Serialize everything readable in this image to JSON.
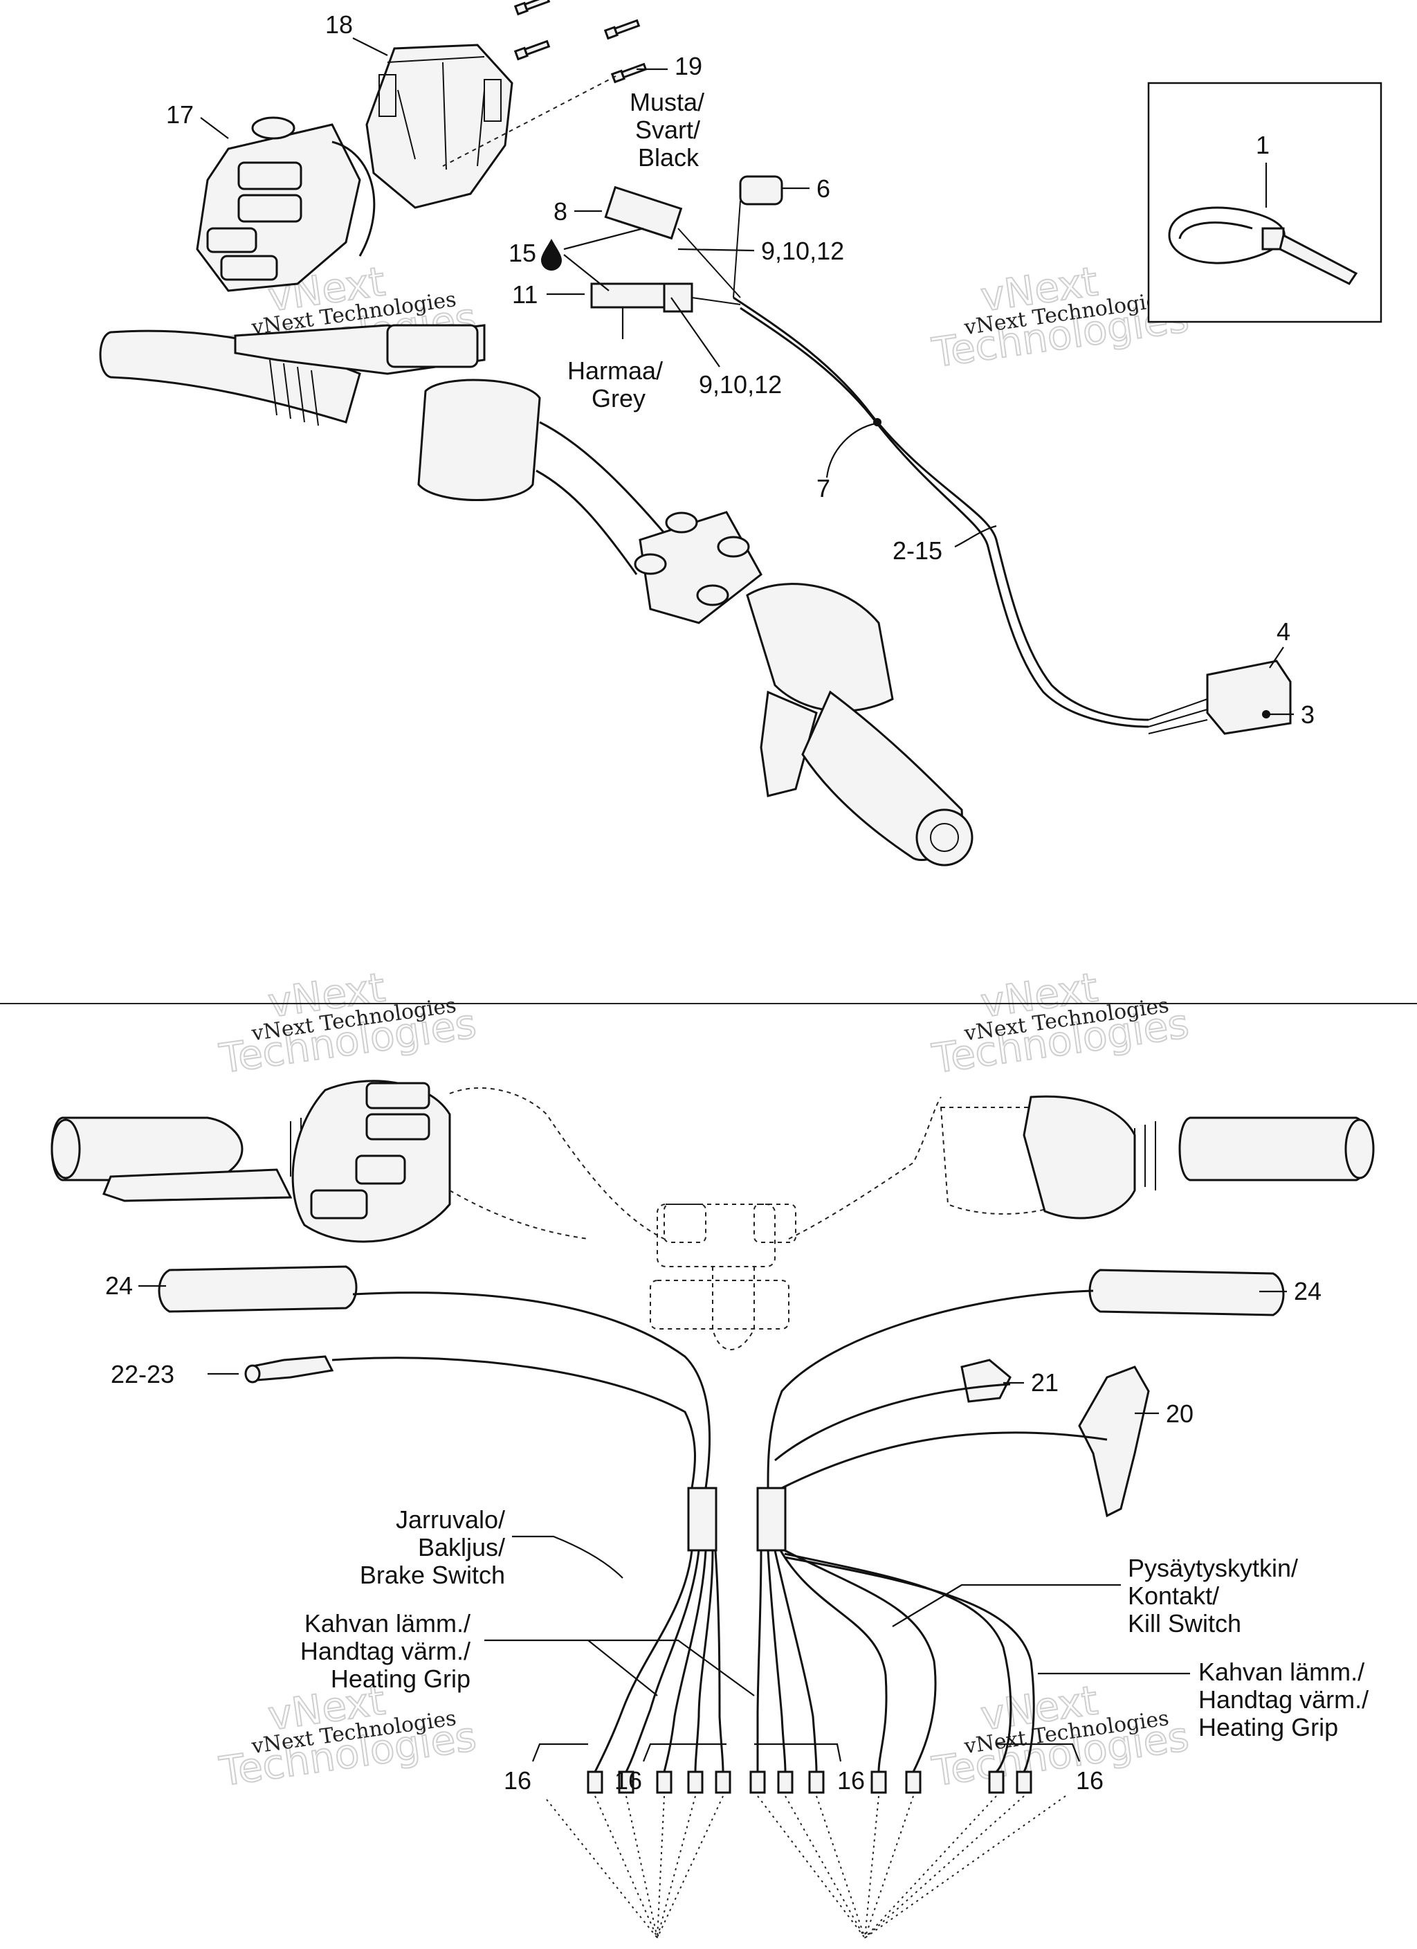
{
  "callouts": {
    "c1": "1",
    "c2_15": "2-15",
    "c3": "3",
    "c4": "4",
    "c6": "6",
    "c7": "7",
    "c8": "8",
    "c9_10_12a": "9,10,12",
    "c9_10_12b": "9,10,12",
    "c11": "11",
    "c15": "15",
    "c16a": "16",
    "c16b": "16",
    "c16c": "16",
    "c16d": "16",
    "c17": "17",
    "c18": "18",
    "c19": "19",
    "c20": "20",
    "c21": "21",
    "c22_23": "22-23",
    "c24a": "24",
    "c24b": "24"
  },
  "connector_labels": {
    "black": [
      "Musta/",
      "Svart/",
      "Black"
    ],
    "grey": [
      "Harmaa/",
      "Grey"
    ]
  },
  "wire_labels": {
    "brake": [
      "Jarruvalo/",
      "Bakljus/",
      "Brake Switch"
    ],
    "heat_left": [
      "Kahvan lämm./",
      "Handtag värm./",
      "Heating Grip"
    ],
    "kill": [
      "Pysäytyskytkin/",
      "Kontakt/",
      "Kill Switch"
    ],
    "heat_right": [
      "Kahvan lämm./",
      "Handtag värm./",
      "Heating Grip"
    ]
  },
  "watermark": {
    "small": "vNext Technologies",
    "big_line1": "vNext",
    "big_line2": "Technologies"
  },
  "icons": {
    "fluid": "droplet-icon"
  }
}
